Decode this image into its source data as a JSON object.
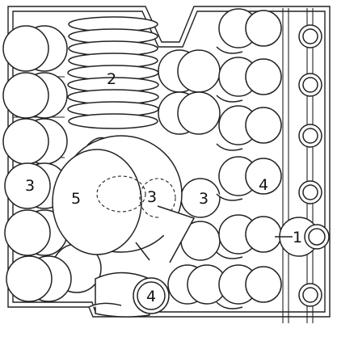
{
  "labels": {
    "cups_side": "1",
    "plates": "2",
    "glass_left": "3",
    "glass_center": "3",
    "glass_right": "3",
    "mug_right": "4",
    "mug_bottom": "4",
    "pot": "5"
  }
}
